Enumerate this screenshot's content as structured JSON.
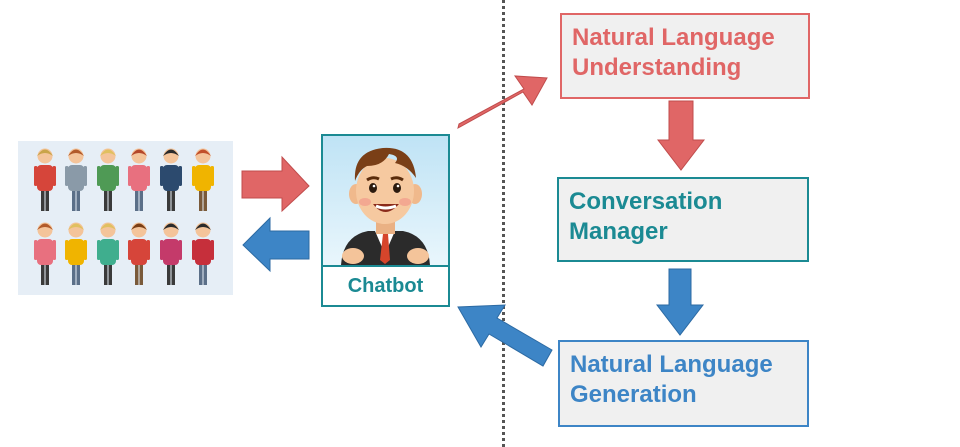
{
  "chatbot": {
    "label": "Chatbot"
  },
  "nlu": {
    "line1": "Natural Language",
    "line2": "Understanding"
  },
  "cm": {
    "line1": "Conversation",
    "line2": "Manager"
  },
  "nlg": {
    "line1": "Natural Language",
    "line2": "Generation"
  },
  "colors": {
    "red": "#e06666",
    "teal": "#1b8a93",
    "blue": "#3d85c6",
    "box_fill": "#f0f0f0"
  },
  "icons": {
    "users": "group-of-people-illustration",
    "chatbot": "businessman-avatar"
  }
}
